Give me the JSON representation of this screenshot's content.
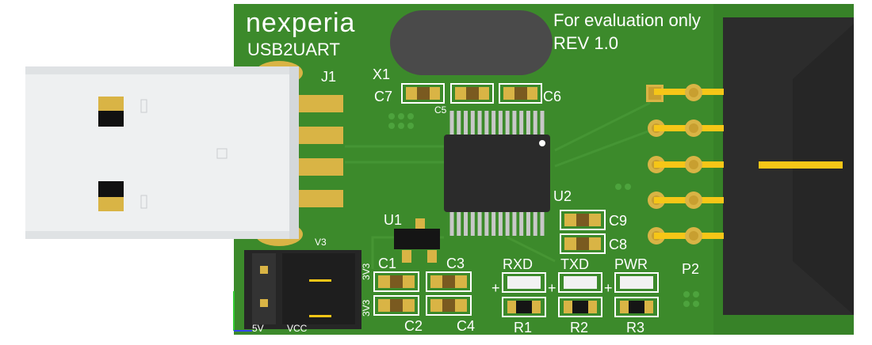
{
  "board": {
    "brand": "nexperia",
    "product": "USB2UART",
    "notice": "For evaluation only",
    "revision": "REV 1.0",
    "colors": {
      "pcb": "#3c8a2b",
      "pcb_dark": "#2f7322",
      "silkscreen": "#ffffff",
      "pad_gold": "#d9b445",
      "chip": "#2b2b2b",
      "usb_plug": "#eef0f1",
      "header_pin": "#f6c617"
    }
  },
  "labels": {
    "j1": "J1",
    "x1": "X1",
    "c7": "C7",
    "c5": "C5",
    "c6": "C6",
    "u1": "U1",
    "u2": "U2",
    "c9": "C9",
    "c8": "C8",
    "c1": "C1",
    "c2": "C2",
    "c3": "C3",
    "c4": "C4",
    "rxd": "RXD",
    "txd": "TXD",
    "pwr": "PWR",
    "r1": "R1",
    "r2": "R2",
    "r3": "R3",
    "p2": "P2",
    "v3": "V3",
    "3v3_a": "3V3",
    "3v3_b": "3V3",
    "5v": "5V",
    "vcc": "VCC",
    "plus_1": "+",
    "plus_2": "+",
    "plus_3": "+"
  }
}
